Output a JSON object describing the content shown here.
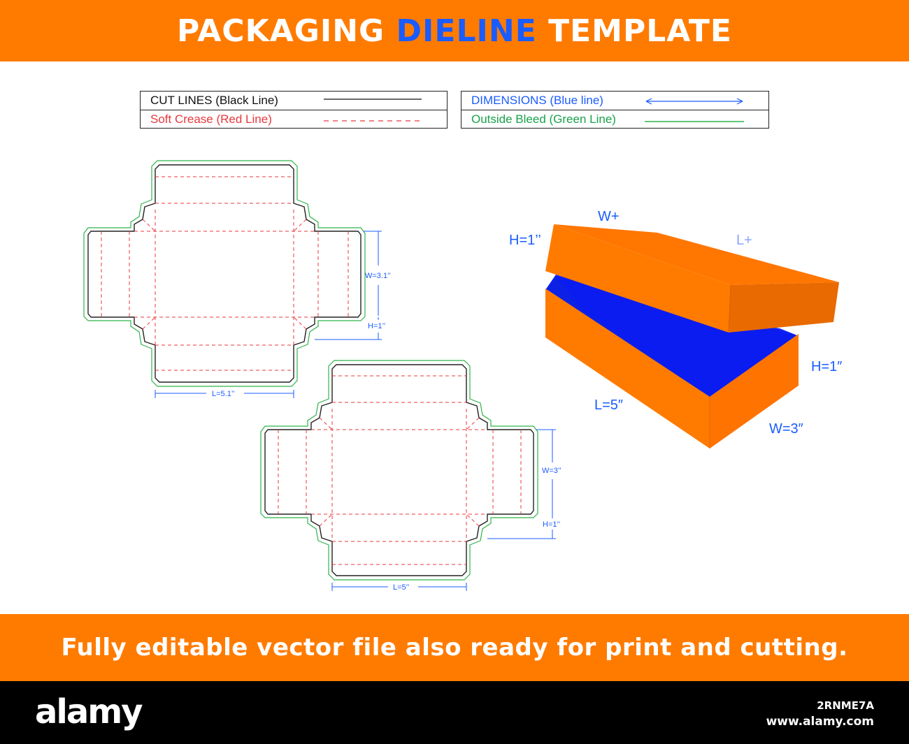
{
  "header": {
    "title_part1": "PACKAGING",
    "title_highlight": "DIELINE",
    "title_part2": "TEMPLATE"
  },
  "legend": {
    "cut_lines": "CUT LINES (Black Line)",
    "soft_crease": "Soft Crease (Red Line)",
    "dimensions": "DIMENSIONS (Blue line)",
    "outside_bleed": "Outside Bleed (Green Line)"
  },
  "lid_dieline": {
    "width_label": "W=3.1’’",
    "height_label": "H=1’’",
    "length_label": "L=5.1’’"
  },
  "base_dieline": {
    "width_label": "W=3’’",
    "height_label": "H=1’’",
    "length_label": "L=5’’"
  },
  "box_3d": {
    "lid_width_label": "W+",
    "lid_height_label": "H=1’’",
    "lid_length_label": "L+",
    "base_length_label": "L=5″",
    "base_height_label": "H=1″",
    "base_width_label": "W=3″"
  },
  "footer_banner": {
    "text": "Fully editable vector file also ready for print and cutting."
  },
  "watermark": {
    "logo": "alamy",
    "image_id": "2RNME7A",
    "site": "www.alamy.com"
  },
  "colors": {
    "orange": "#ff7b00",
    "blue": "#1a5cff",
    "cut": "#222222",
    "crease": "#e8383d",
    "bleed": "#2fb34a",
    "inner_blue": "#0a2bff"
  }
}
